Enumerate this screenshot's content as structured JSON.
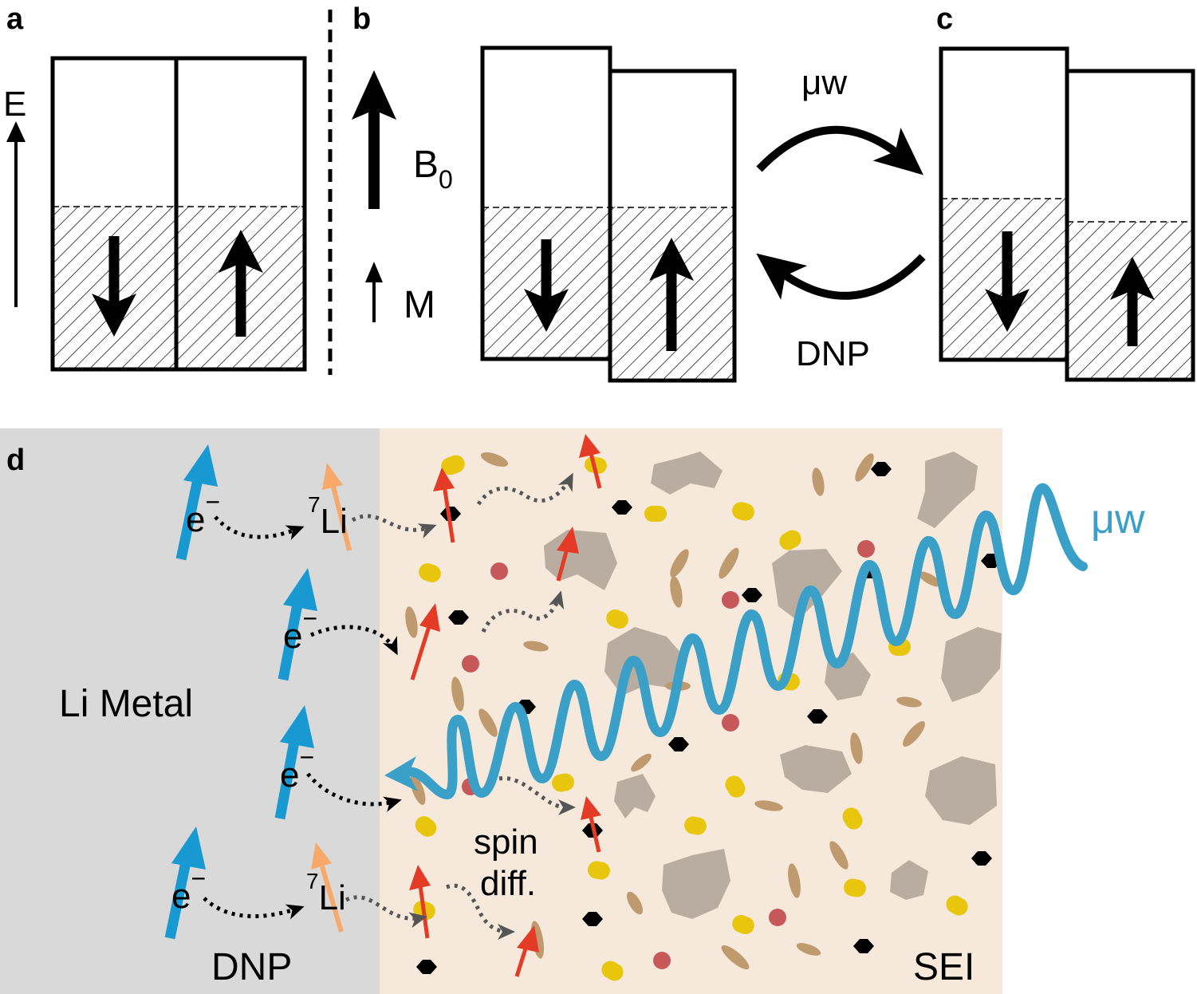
{
  "panels": {
    "a": {
      "letter": "a",
      "energy_axis_label": "E"
    },
    "b": {
      "letter": "b",
      "field_label": "B",
      "field_subscript": "0",
      "magnetization_label": "M"
    },
    "c": {
      "letter": "c"
    },
    "cycle": {
      "top_label": "μw",
      "bottom_label": "DNP"
    },
    "d": {
      "letter": "d",
      "metal_label": "Li Metal",
      "dnp_label": "DNP",
      "sei_label": "SEI",
      "microwave_label": "μw",
      "electron_label": "e",
      "electron_superscript": "−",
      "lithium_label": "Li",
      "lithium_superscript": "7",
      "spin_diffusion_line1": "spin",
      "spin_diffusion_line2": "diff."
    }
  },
  "colors": {
    "metal_region": "#d9d9d9",
    "sei_region": "#f6e9dc",
    "electron_spin": "#1899d2",
    "lithium_spin": "#f6a96b",
    "nuclear_spin_sei": "#e43b26",
    "microwave": "#3aa0c8",
    "grain_gray": "#b9aca0",
    "grain_yellow": "#e8c60e",
    "grain_red": "#c7585a",
    "grain_brown": "#bf9a6f",
    "grain_black": "#000000"
  }
}
